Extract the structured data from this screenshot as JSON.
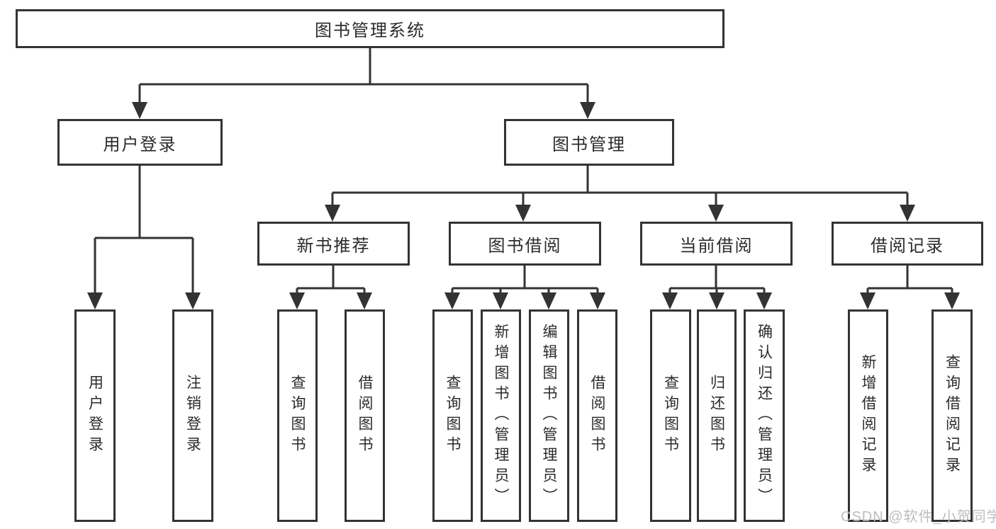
{
  "tree": {
    "root": {
      "label": "图书管理系统"
    },
    "branches": [
      {
        "label": "用户登录",
        "children": [
          {
            "label": "用户登录"
          },
          {
            "label": "注销登录"
          }
        ]
      },
      {
        "label": "图书管理",
        "children": [
          {
            "label": "新书推荐",
            "children": [
              {
                "label": "查询图书"
              },
              {
                "label": "借阅图书"
              }
            ]
          },
          {
            "label": "图书借阅",
            "children": [
              {
                "label": "查询图书"
              },
              {
                "label": "新增图书（管理员）"
              },
              {
                "label": "编辑图书（管理员）"
              },
              {
                "label": "借阅图书"
              }
            ]
          },
          {
            "label": "当前借阅",
            "children": [
              {
                "label": "查询图书"
              },
              {
                "label": "归还图书"
              },
              {
                "label": "确认归还（管理员）"
              }
            ]
          },
          {
            "label": "借阅记录",
            "children": [
              {
                "label": "新增借阅记录"
              },
              {
                "label": "查询借阅记录"
              }
            ]
          }
        ]
      }
    ]
  },
  "watermark": {
    "text": "CSDN @软件_小贺同学"
  },
  "colors": {
    "line": "#333333",
    "text": "#2b2b2b",
    "watermark": "#bdbdbd",
    "background": "#ffffff"
  }
}
